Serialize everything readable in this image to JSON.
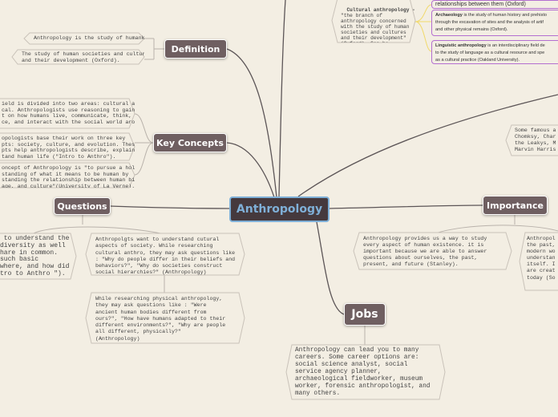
{
  "central": {
    "label": "Anthropology"
  },
  "topics": {
    "definition": "Definition",
    "key_concepts": "Key Concepts",
    "questions": "Questions",
    "importance": "Importance",
    "jobs": "Jobs"
  },
  "definition_notes": [
    "Anthropology is the study of humankind.",
    "The study of human societies and cultures\nand their development (Oxford)."
  ],
  "key_concept_notes": [
    "ield is divided into two areas: cultural and\ncal. Anthropologists use reasoning to gain\nt on how humans live, communicate, think,\nce, and interact with the social world around",
    "opologists base their work on three key\npts: society, culture, and evolution. These\npts help anthropologists describe, explain, and\ntand human life (\"Intro to Anthro\").",
    "oncept of Anthropology is \"to pursue a holistic\nstanding of what it means to be human by\nstanding the relationship between human biology,\nage, and culture\"(University of La Verne)."
  ],
  "question_notes": [
    " to understand the\ndiversity as well\nhare in common.\nsuch basic\nwhere, and how did\ntro to Anthro \").",
    "Anthropolgts want to understand cutural\naspects of society. While researching\ncultural anthro, they may ask questions like\n: \"Why do people differ in their beliefs and\nbehaviors?\", \"Why do societies construct\nsocial hierarchies?\" (Anthropology)",
    "While researching physical anthropology,\nthey may ask questions like : \"Were\nancient human bodies different from\nours?\", \"How have humans adapted to their\ndifferent environments?\", \"Why are people\nall different, physically?\"\n(Anthropology)"
  ],
  "importance_notes": [
    "Anthropology provides us a way to study\nevery aspect of human existence. it is\nimportant because we are able to answer\nquestions about ourselves, the past,\npresent, and future (Stanley).",
    "Anthropol\nthe past,\nmodern wo\nunderstan\nitself. I\nare creat\ntoday (So"
  ],
  "famous_note": "Some famous a\nChomksy, Char\nthe Leakys, M\nMarvin Harris",
  "jobs_note": "Anthropology can lead you to many\ncareers. Some career options are:\nsocial science analyst, social\nservice agency planner,\narchaeological fieldworker, museum\nworker, forensic anthropologist, and\nmany others.",
  "cultural_note": {
    "title": "Cultural anthropology -",
    "body": "\"the branch of\nanthropology concerned\nwith the study of human\nsocieties and cultures\nand their development\"\n(Oxford). Can be\nfurther divided."
  },
  "subfields": [
    {
      "term": "",
      "text": "relationships between them (Oxford)"
    },
    {
      "term": "Archaeology",
      "text": " is the study of human history and prehisto\nthrough the excavation of sites and the analysis of artif\nand other physical remains (Oxford)."
    },
    {
      "term": "Linguistic anthropology",
      "text": " is an interdisciplinary field de\nto the study of language as a cultural resource and spe\nas a cultural practice (Oakland University)."
    }
  ],
  "colors": {
    "background": "#f3eee3",
    "topic": "#6f5f61",
    "central_fill": "#45393d",
    "central_accent": "#7fb0d8",
    "subfield_border": "#b46fd0",
    "subfield_link": "#f1d96a"
  }
}
